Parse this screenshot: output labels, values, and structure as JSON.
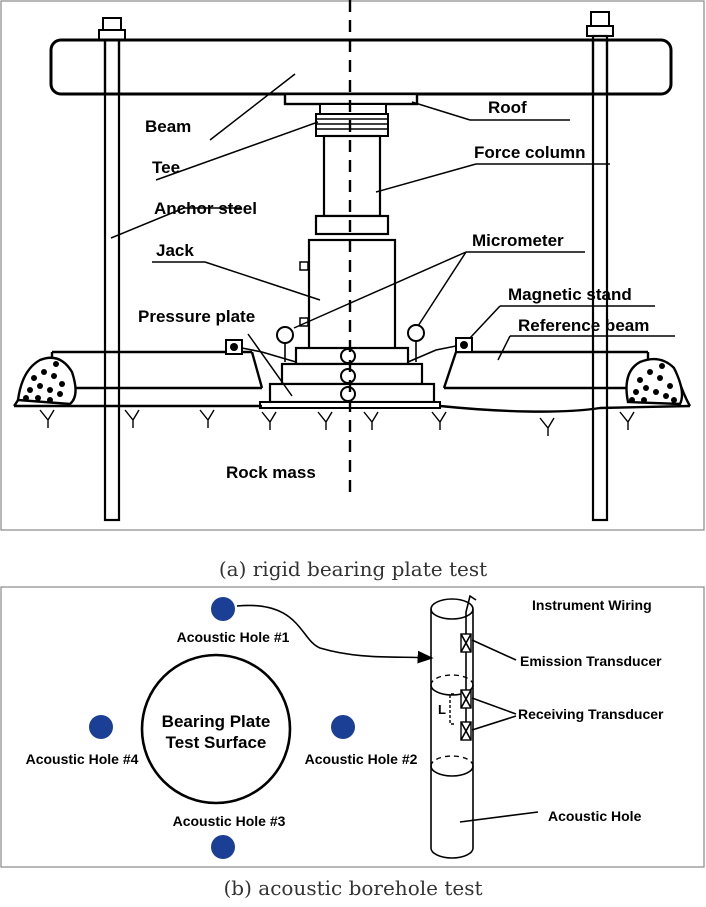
{
  "panel_a": {
    "caption": "(a) rigid bearing plate test",
    "labels": {
      "roof": "Roof",
      "beam": "Beam",
      "tee": "Tee",
      "force_column": "Force column",
      "anchor_steel": "Anchor steel",
      "jack": "Jack",
      "micrometer": "Micrometer",
      "magnetic_stand": "Magnetic stand",
      "pressure_plate": "Pressure plate",
      "reference_beam": "Reference beam",
      "rock_mass": "Rock mass"
    }
  },
  "panel_b": {
    "caption": "(b) acoustic borehole test",
    "center_label_1": "Bearing Plate",
    "center_label_2": "Test Surface",
    "holes": [
      "Acoustic Hole #1",
      "Acoustic Hole #2",
      "Acoustic Hole #3",
      "Acoustic Hole #4"
    ],
    "hole_color": "#1a3f95",
    "instrument_wiring": "Instrument Wiring",
    "emission_transducer": "Emission Transducer",
    "receiving_transducer": "Receiving Transducer",
    "acoustic_hole": "Acoustic Hole",
    "spacing_symbol": "L"
  }
}
